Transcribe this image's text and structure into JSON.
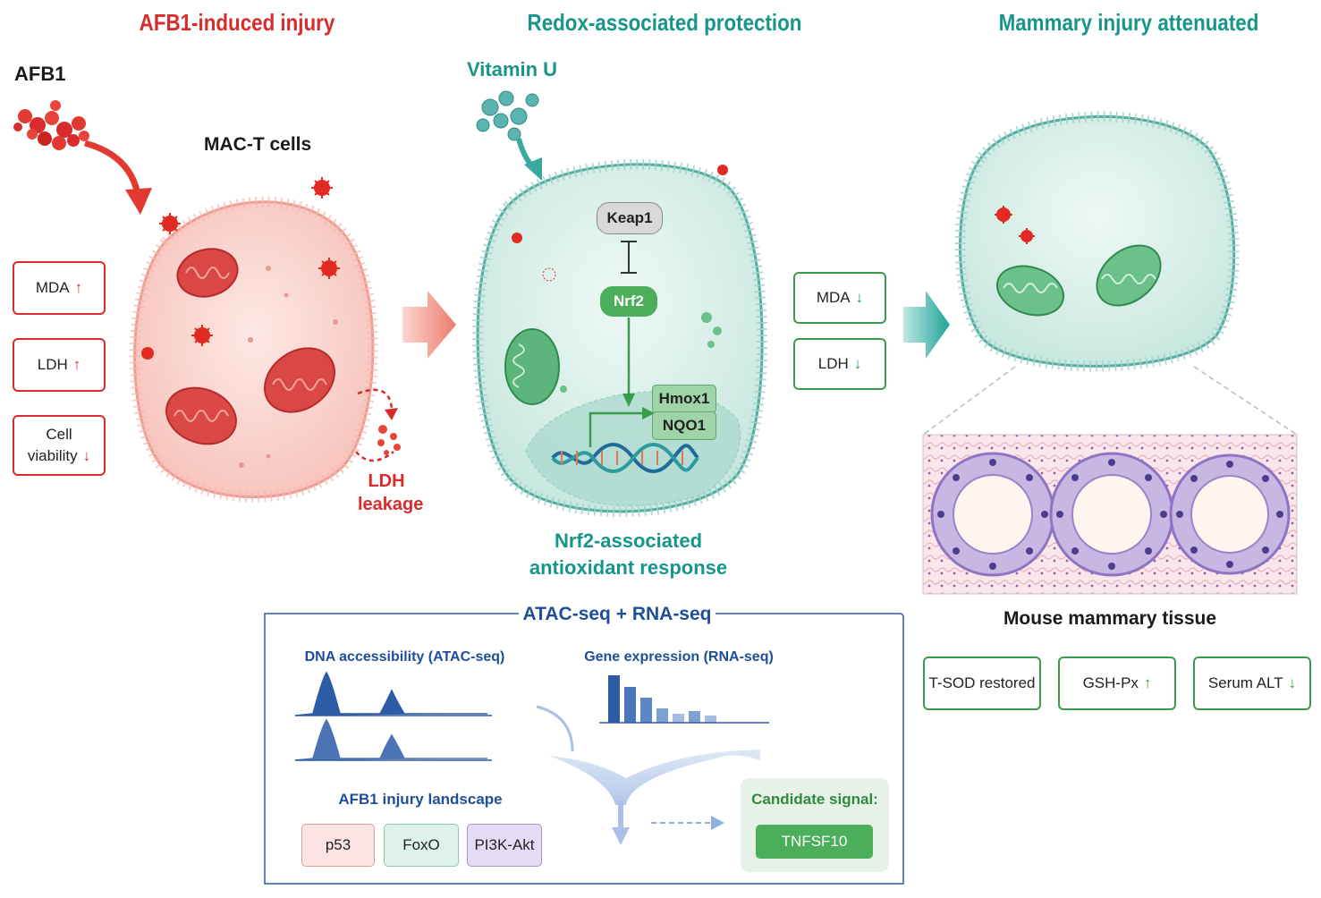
{
  "panels": {
    "left_title": "AFB1-induced injury",
    "middle_title": "Redox-associated protection",
    "right_title": "Mammary injury attenuated"
  },
  "left": {
    "afb1_label": "AFB1",
    "cell_label": "MAC-T cells",
    "markers": [
      {
        "name": "MDA",
        "arrow": "↑"
      },
      {
        "name": "LDH",
        "arrow": "↑"
      },
      {
        "name": "Cell viability",
        "line1": "Cell",
        "line2": "viability",
        "arrow": "↓"
      }
    ],
    "ldh_leak_line1": "LDH",
    "ldh_leak_line2": "leakage"
  },
  "middle": {
    "vitamin_label": "Vitamin U",
    "keap1": "Keap1",
    "nrf2": "Nrf2",
    "hmox1": "Hmox1",
    "nqo1": "NQO1",
    "caption_line1": "Nrf2-associated",
    "caption_line2": "antioxidant response",
    "markers": [
      {
        "name": "MDA",
        "arrow": "↓"
      },
      {
        "name": "LDH",
        "arrow": "↓"
      }
    ]
  },
  "right": {
    "tissue_label": "Mouse mammary tissue",
    "markers": [
      {
        "name": "T-SOD restored",
        "arrow": ""
      },
      {
        "name": "GSH-Px",
        "arrow": "↑"
      },
      {
        "name": "Serum ALT",
        "arrow": "↓"
      }
    ]
  },
  "omics": {
    "title": "ATAC-seq + RNA-seq",
    "atac_label": "DNA accessibility (ATAC-seq)",
    "rna_label": "Gene expression (RNA-seq)",
    "landscape_label": "AFB1 injury landscape",
    "pathways": [
      "p53",
      "FoxO",
      "PI3K-Akt"
    ],
    "candidate_label": "Candidate signal:",
    "candidate_gene": "TNFSF10"
  },
  "colors": {
    "injury_red": "#d92b2b",
    "protect_teal": "#17958a",
    "improve_green": "#3a9c4a",
    "omics_navy": "#1f4e99"
  }
}
